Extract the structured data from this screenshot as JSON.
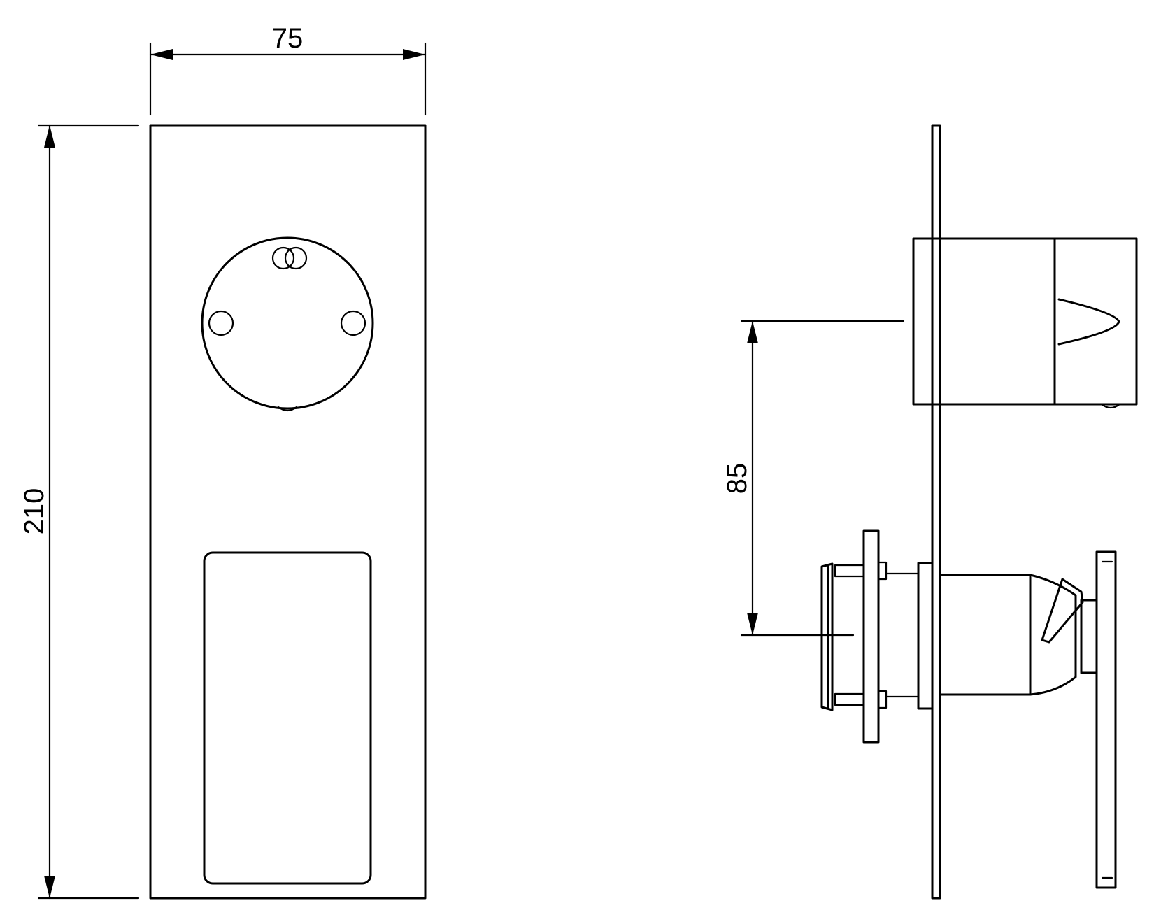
{
  "drawing": {
    "dimensions": {
      "width_label": "75",
      "height_label": "210",
      "spacing_label": "85"
    }
  }
}
